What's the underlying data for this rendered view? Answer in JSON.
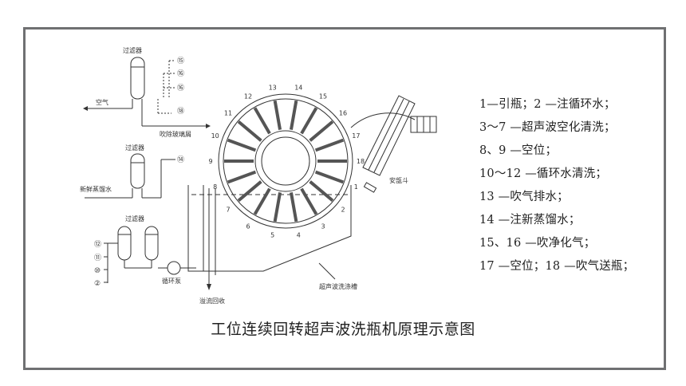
{
  "diagram": {
    "left_labels": {
      "filter_top": "过滤器",
      "air": "空气",
      "blow_glass": "吹除玻璃屑",
      "filter_mid": "过滤器",
      "fresh_water": "新鲜蒸馏水",
      "filter_bottom": "过滤器",
      "pump": "循环泵",
      "overflow": "溢流回收",
      "tank": "超声波洗涤槽",
      "hopper": "安瓿斗"
    },
    "circled": {
      "top": [
        "⑮",
        "⑯",
        "⑯",
        "⑱"
      ],
      "mid": "⑭",
      "bottom": [
        "⑫",
        "⑪",
        "⑩",
        "②"
      ]
    },
    "wheel_numbers": [
      "1",
      "2",
      "3",
      "4",
      "5",
      "6",
      "7",
      "8",
      "9",
      "10",
      "11",
      "12",
      "13",
      "14",
      "15",
      "16",
      "17",
      "18"
    ]
  },
  "legend": [
    "1—引瓶；2 —注循环水；",
    "3～7 —超声波空化清洗；",
    "8、9 —空位；",
    "10～12 —循环水清洗；",
    "13 —吹气排水；",
    "14 —注新蒸馏水；",
    "15、16 —吹净化气；",
    "17 —空位；18 —吹气送瓶；"
  ],
  "caption": "工位连续回转超声波洗瓶机原理示意图"
}
